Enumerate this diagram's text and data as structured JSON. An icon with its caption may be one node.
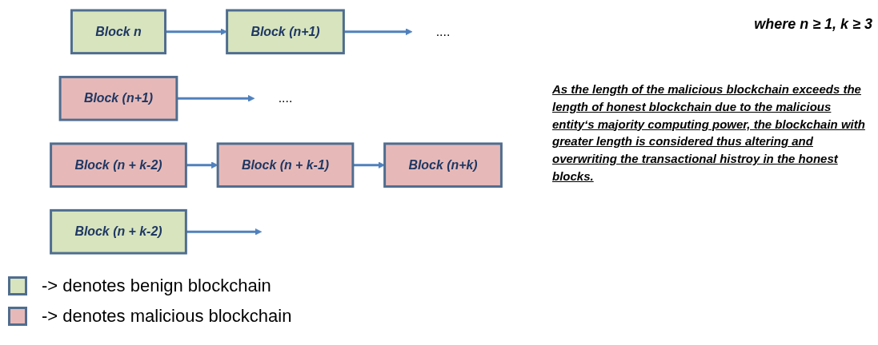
{
  "diagram": {
    "nodes": [
      {
        "text": [
          "Block n"
        ]
      },
      {
        "text": [
          "Block (n+1)"
        ]
      },
      {
        "text": [
          "...."
        ]
      },
      {
        "text": [
          "Block (n + k-2)"
        ]
      },
      {
        "text": [
          "Block (n+k)"
        ]
      },
      {
        "text": [
          "Block (n+1)"
        ]
      },
      {
        "text": [
          "...."
        ]
      },
      {
        "text": [
          "Block (n + k-2)"
        ]
      },
      {
        "text": [
          "Block (n + k-1)"
        ]
      }
    ],
    "edges": [
      {
        "from": 0,
        "to": 1,
        "arrow": "to"
      },
      {
        "from": 1,
        "to": 2,
        "arrow": "to"
      },
      {
        "from": 3,
        "to": null,
        "arrow": "to"
      },
      {
        "from": 5,
        "to": 6,
        "arrow": "to"
      },
      {
        "from": 7,
        "to": 8,
        "arrow": "to"
      },
      {
        "from": 8,
        "to": 4,
        "arrow": "to"
      }
    ],
    "labels": [
      "where n ≥ 1, k ≥ 3",
      "As the length of the malicious blockchain exceeds the length of honest blockchain due to the malicious entity‘s majority computing power, the blockchain with greater length is considered thus altering and overwriting the transactional histroy in the honest blocks."
    ],
    "legend": [
      {
        "text": "-> denotes benign blockchain",
        "color": "#d7e4bd"
      },
      {
        "text": "-> denotes malicious blockchain",
        "color": "#e6b9b8"
      }
    ]
  }
}
